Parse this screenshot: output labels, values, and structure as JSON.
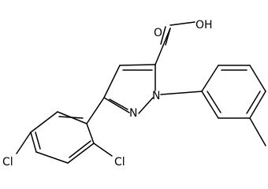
{
  "molecule": {
    "labels": {
      "oh": "OH",
      "o": "O",
      "n1": "N",
      "n2": "N",
      "cl_ortho": "Cl",
      "cl_para": "Cl"
    }
  }
}
